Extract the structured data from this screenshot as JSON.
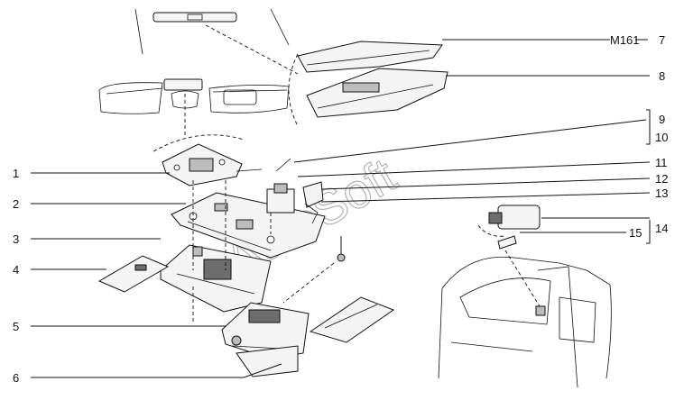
{
  "callouts": [
    {
      "id": "1",
      "text": "1"
    },
    {
      "id": "2",
      "text": "2"
    },
    {
      "id": "3",
      "text": "3"
    },
    {
      "id": "4",
      "text": "4"
    },
    {
      "id": "5",
      "text": "5"
    },
    {
      "id": "6",
      "text": "6"
    },
    {
      "id": "7",
      "text": "7"
    },
    {
      "id": "8",
      "text": "8"
    },
    {
      "id": "9",
      "text": "9"
    },
    {
      "id": "10",
      "text": "10"
    },
    {
      "id": "11",
      "text": "11"
    },
    {
      "id": "12",
      "text": "12"
    },
    {
      "id": "13",
      "text": "13"
    },
    {
      "id": "14",
      "text": "14"
    },
    {
      "id": "15",
      "text": "15"
    }
  ],
  "code_label": "M161",
  "watermark": "AutoSoft"
}
